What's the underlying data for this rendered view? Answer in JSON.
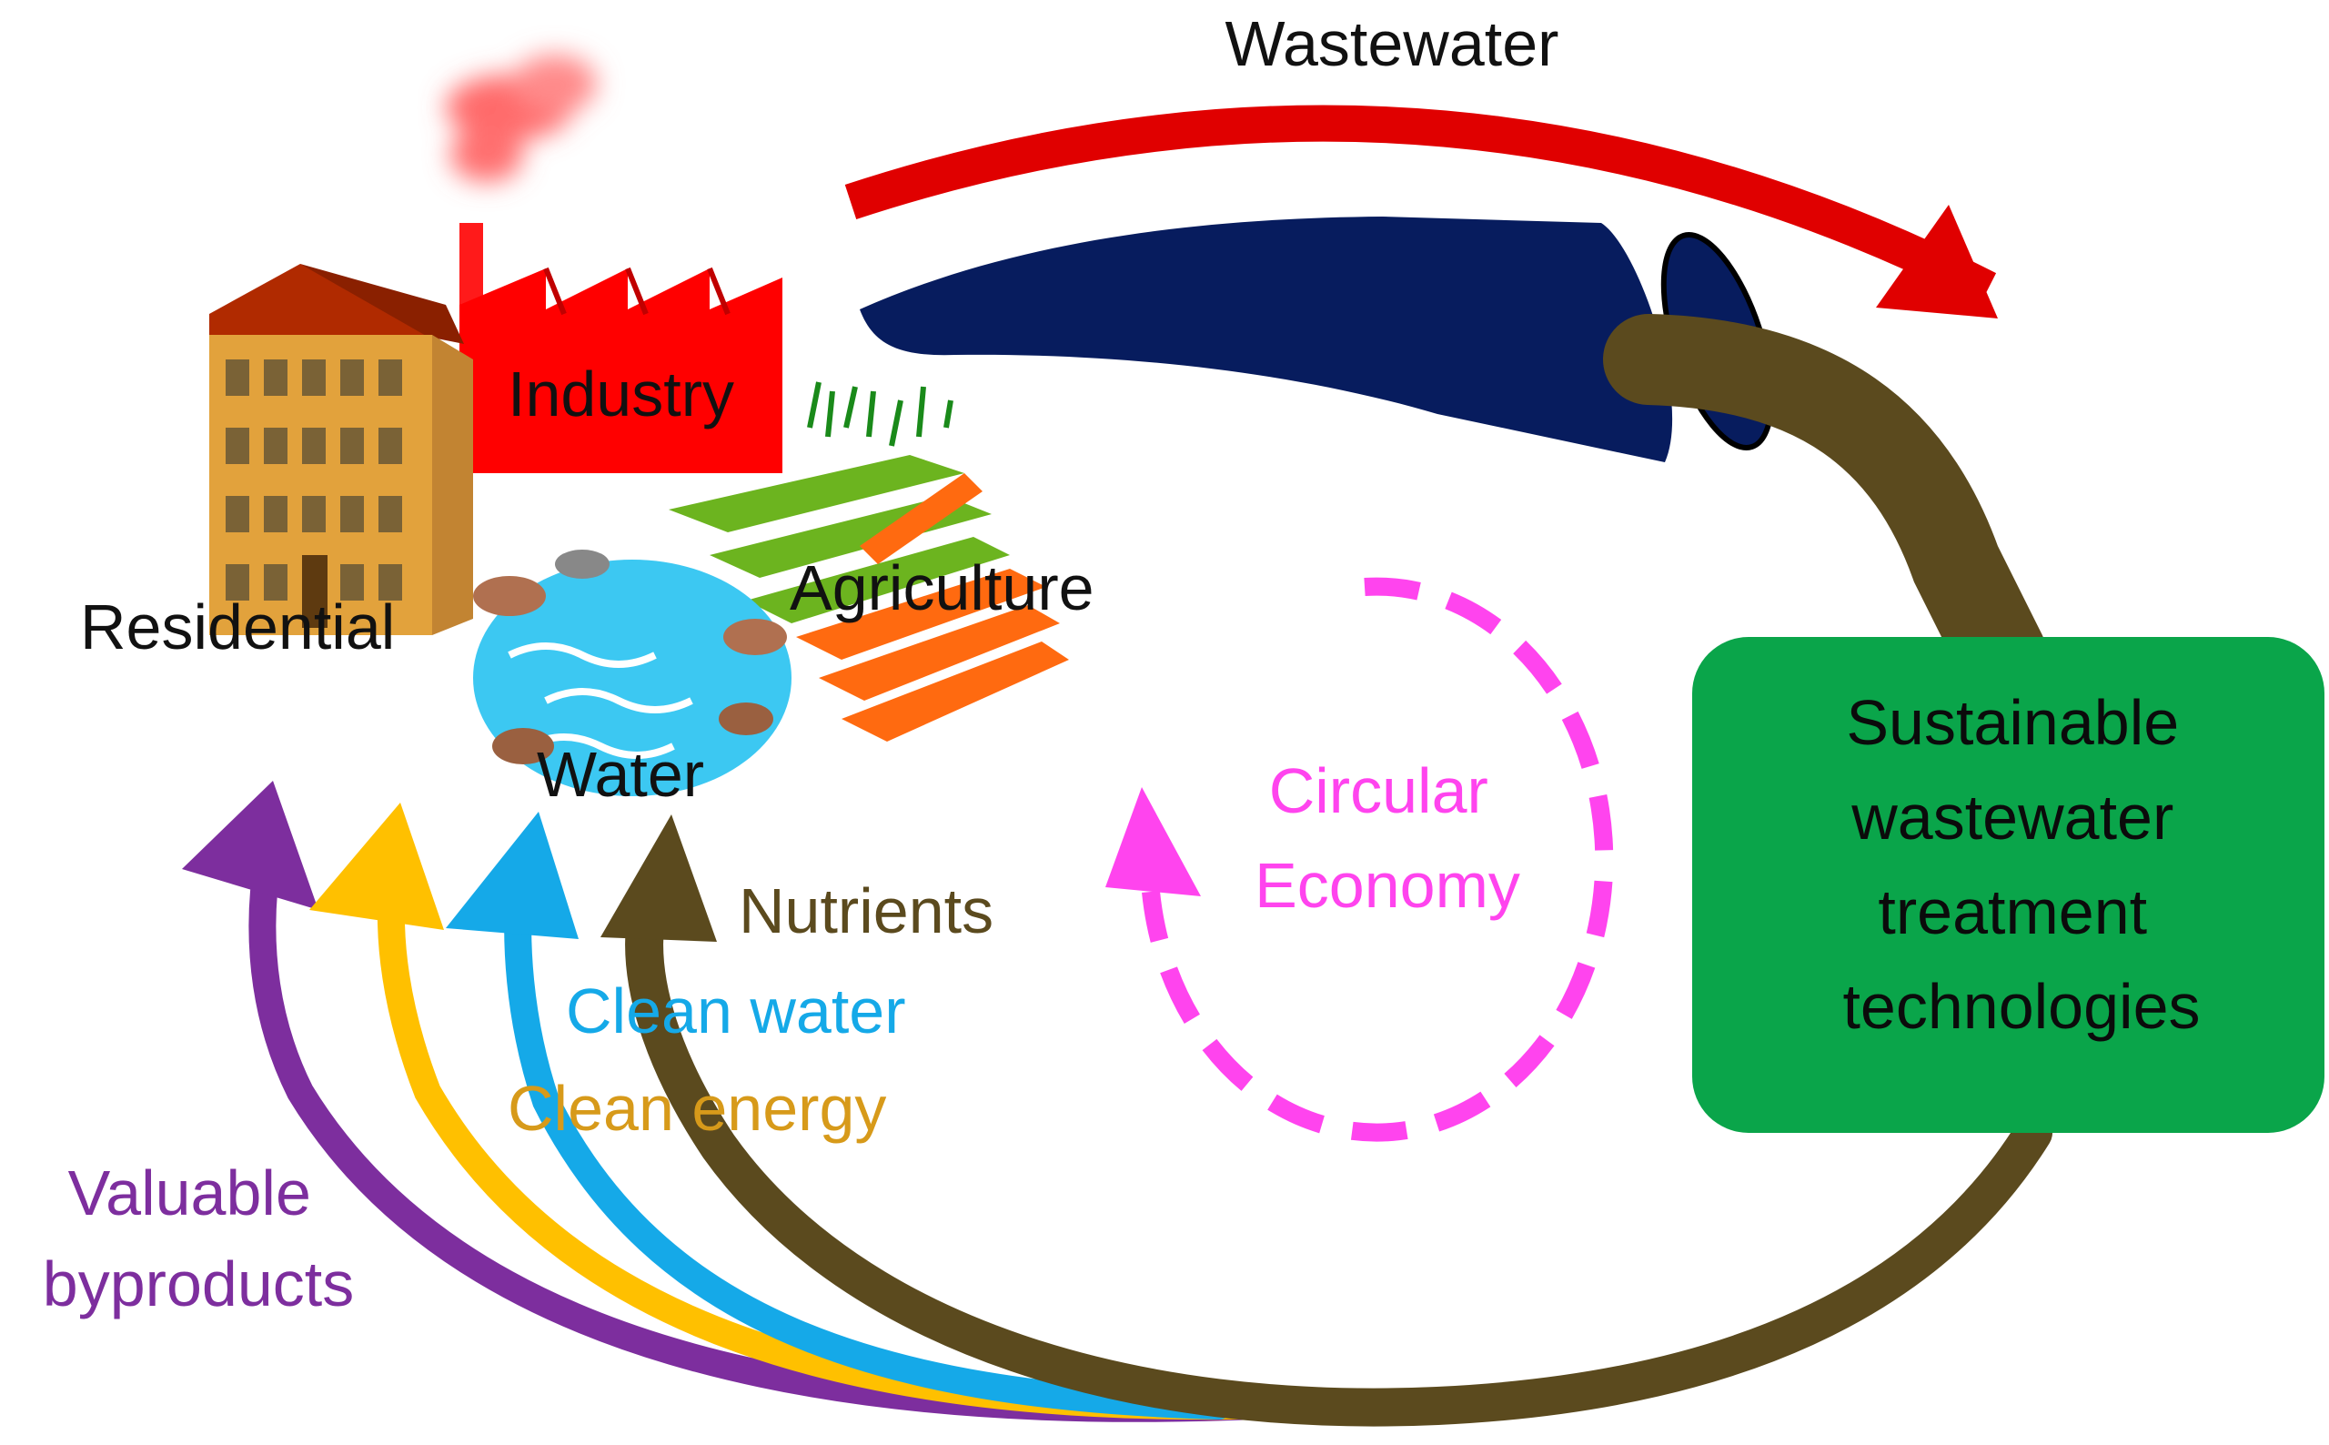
{
  "labels": {
    "wastewater": "Wastewater",
    "industry": "Industry",
    "residential": "Residential",
    "agriculture": "Agriculture",
    "water": "Water",
    "nutrients": "Nutrients",
    "clean_water": "Clean water",
    "clean_energy": "Clean energy",
    "valuable_byproducts": [
      "Valuable",
      "byproducts"
    ],
    "circular_economy": [
      "Circular",
      "Economy"
    ],
    "treatment_box": [
      "Sustainable",
      "wastewater",
      "treatment",
      "technologies"
    ]
  },
  "colors": {
    "wastewater_arrow": "#e00000",
    "pipe": "#071c5e",
    "brown_flow": "#5b4a1e",
    "treatment_box": "#0aa54a",
    "nutrients_text": "#5b4a1e",
    "clean_water": "#15a9e8",
    "clean_energy": "#ffc000",
    "clean_energy_text": "#d79a1a",
    "byproducts": "#7d2e9e",
    "circular": "#ff44ee",
    "industry": "#ff0000",
    "building": "#e2a23c",
    "roof": "#b02a00",
    "field_orange": "#ff6a10",
    "field_green": "#6cb41f",
    "water_blue": "#3cc8f2"
  },
  "icons": [
    "factory-icon",
    "building-icon",
    "farm-field-icon",
    "pond-icon",
    "pipe-icon",
    "smoke-icon"
  ]
}
